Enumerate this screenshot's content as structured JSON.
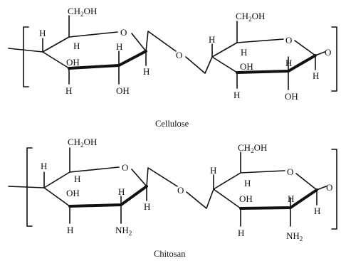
{
  "captions": {
    "cellulose": "Cellulose",
    "chitosan": "Chitosan"
  },
  "atoms": {
    "h": "H",
    "o": "O",
    "oh": "OH",
    "ch2oh": "CH2OH",
    "nh2": "NH2"
  }
}
